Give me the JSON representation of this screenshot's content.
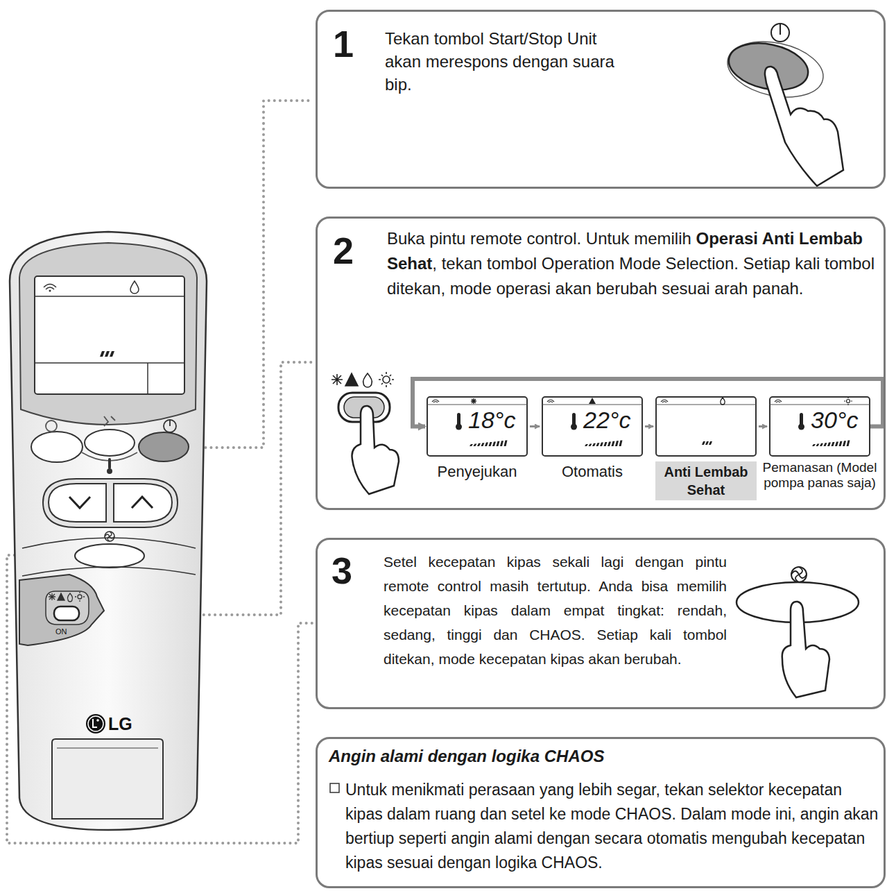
{
  "diagram": {
    "nodes": [
      {
        "text": [
          "1",
          "Tekan tombol Start/Stop Unit akan merespons dengan suara bip."
        ]
      },
      {
        "text": [
          "2",
          "Buka pintu remote control. Untuk memilih Operasi Anti Lembab Sehat, tekan tombol Operation Mode Selection. Setiap kali tombol ditekan, mode operasi akan berubah sesuai arah panah."
        ]
      },
      {
        "text": [
          "18°c",
          "Penyejukan"
        ],
        "in": 1
      },
      {
        "text": [
          "22°c",
          "Otomatis"
        ],
        "in": 1
      },
      {
        "text": [
          "Anti Lembab Sehat"
        ],
        "in": 1
      },
      {
        "text": [
          "30°c",
          "Pemanasan (Model pompa panas saja)"
        ],
        "in": 1
      },
      {
        "text": [
          "3",
          "Setel kecepatan kipas sekali lagi dengan pintu remote control masih tertutup. Anda bisa memilih kecepatan kipas dalam empat tingkat: rendah, sedang, tinggi dan CHAOS. Setiap kali tombol ditekan, mode kecepatan kipas akan berubah."
        ]
      },
      {
        "text": [
          "Angin alami dengan logika CHAOS",
          "Untuk menikmati perasaan yang lebih segar, tekan selektor kecepatan kipas dalam ruang dan setel ke mode CHAOS. Dalam mode ini, angin akan bertiup seperti angin alami dengan secara otomatis mengubah kecepatan kipas sesuai dengan logika CHAOS."
        ]
      }
    ],
    "edges": [
      {
        "from": 2,
        "to": 3,
        "arrow": "to"
      },
      {
        "from": 3,
        "to": 4,
        "arrow": "to"
      },
      {
        "from": 4,
        "to": 5,
        "arrow": "to"
      },
      {
        "from": 5,
        "to": 2,
        "arrow": "to"
      }
    ],
    "labels": [
      "ON",
      "LG"
    ]
  }
}
